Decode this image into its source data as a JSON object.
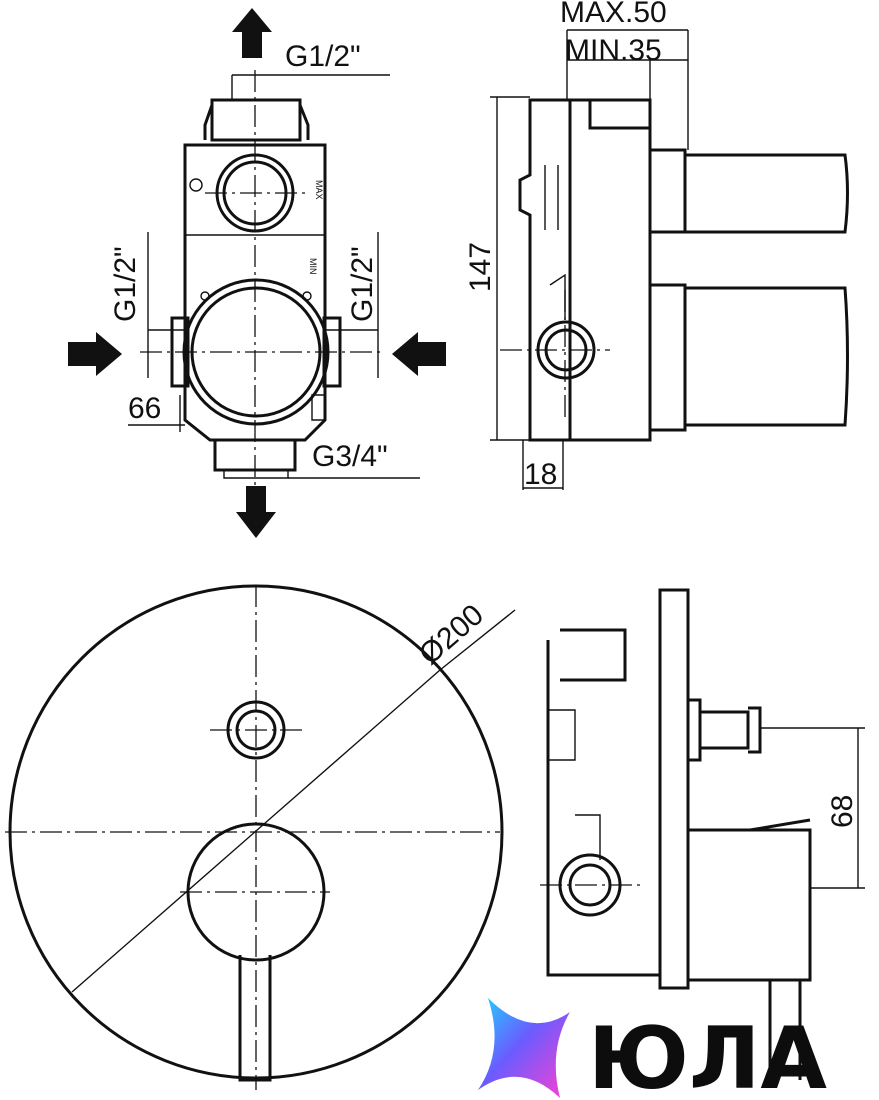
{
  "dimensions": {
    "top_outlet": "G1/2\"",
    "left_inlet": "G1/2\"",
    "right_inlet": "G1/2\"",
    "bottom_outlet": "G3/4\"",
    "width_66": "66",
    "depth_max": "MAX.50",
    "depth_min": "MIN.35",
    "height_147": "147",
    "offset_18": "18",
    "plate_diameter": "Ø200",
    "handle_offset_68": "68"
  },
  "body_marks": {
    "max_mark": "MAX",
    "min_mark": "MIN"
  },
  "logo": {
    "text": "ЮЛА",
    "colors": [
      "#2f7ff0",
      "#8a4dff",
      "#ff3fd1",
      "#1fd3ff"
    ]
  }
}
